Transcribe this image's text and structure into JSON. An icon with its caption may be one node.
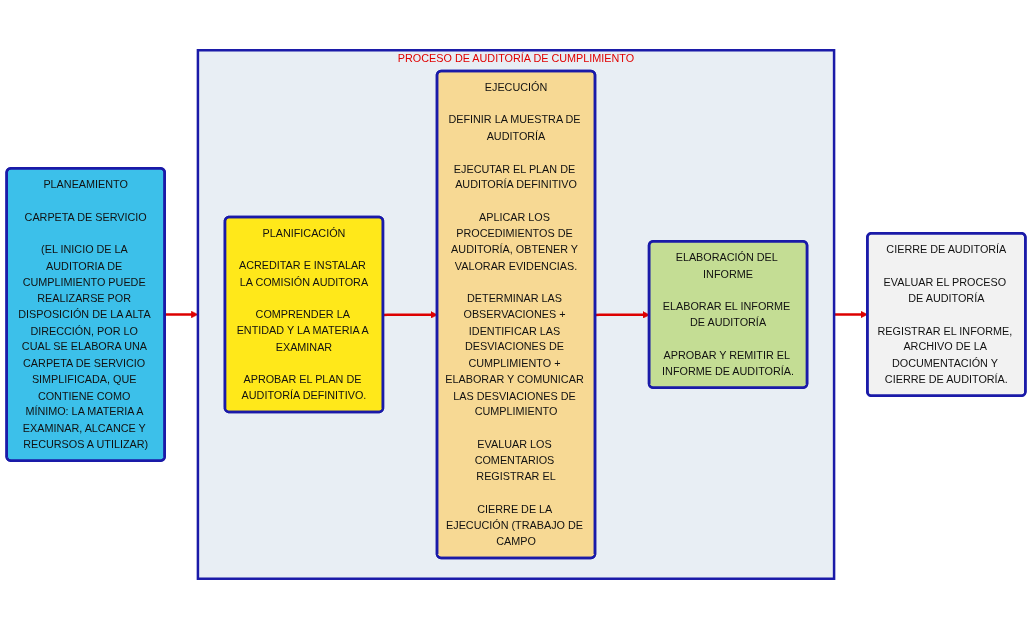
{
  "diagram": {
    "nodes": [
      {
        "text": [
          "PLANEAMIENTO",
          "CARPETA DE SERVICIO",
          "(EL INICIO DE LA AUDITORIA DE CUMPLIMIENTO PUEDE REALIZARSE POR DISPOSICIÓN DE LA ALTA DIRECCIÓN, POR LO CUAL SE ELABORA UNA CARPETA DE SERVICIO SIMPLIFICADA, QUE CONTIENE COMO MÍNIMO: LA MATERIA A EXAMINAR, ALCANCE Y RECURSOS A UTILIZAR)"
        ]
      },
      {
        "text": [
          "PROCESO DE AUDITORÍA DE CUMPLIMIENTO"
        ]
      },
      {
        "text": [
          "PLANIFICACIÓN",
          "ACREDITAR E INSTALAR LA COMISIÓN AUDITORA",
          "COMPRENDER LA ENTIDAD Y LA MATERIA A EXAMINAR",
          "APROBAR EL PLAN DE AUDITORÍA DEFINITIVO."
        ],
        "in": 1
      },
      {
        "text": [
          "EJECUCIÓN",
          "DEFINIR LA MUESTRA DE AUDITORÍA",
          "EJECUTAR EL PLAN DE AUDITORÍA DEFINITIVO",
          "APLICAR LOS PROCEDIMIENTOS DE AUDITORÍA, OBTENER Y VALORAR EVIDENCIAS.",
          "DETERMINAR LAS OBSERVACIONES + IDENTIFICAR LAS DESVIACIONES DE CUMPLIMIENTO + ELABORAR Y COMUNICAR LAS DESVIACIONES DE CUMPLIMIENTO",
          "EVALUAR LOS COMENTARIOS REGISTRAR EL",
          "CIERRE DE LA EJECUCIÓN (TRABAJO DE CAMPO"
        ],
        "in": 1
      },
      {
        "text": [
          "ELABORACIÓN DEL INFORME",
          "ELABORAR EL INFORME DE AUDITORÍA",
          "APROBAR Y REMITIR EL INFORME DE AUDITORÍA."
        ],
        "in": 1
      },
      {
        "text": [
          "CIERRE DE AUDITORÍA",
          "EVALUAR EL PROCESO DE AUDITORÍA",
          "REGISTRAR EL INFORME, ARCHIVO DE LA DOCUMENTACIÓN Y CIERRE DE AUDITORÍA."
        ]
      }
    ],
    "edges": [
      {
        "from": 0,
        "to": 1,
        "arrow": "to"
      },
      {
        "from": 2,
        "to": 3,
        "arrow": "to"
      },
      {
        "from": 3,
        "to": 4,
        "arrow": "to"
      },
      {
        "from": 1,
        "to": 5,
        "arrow": "to"
      }
    ]
  }
}
